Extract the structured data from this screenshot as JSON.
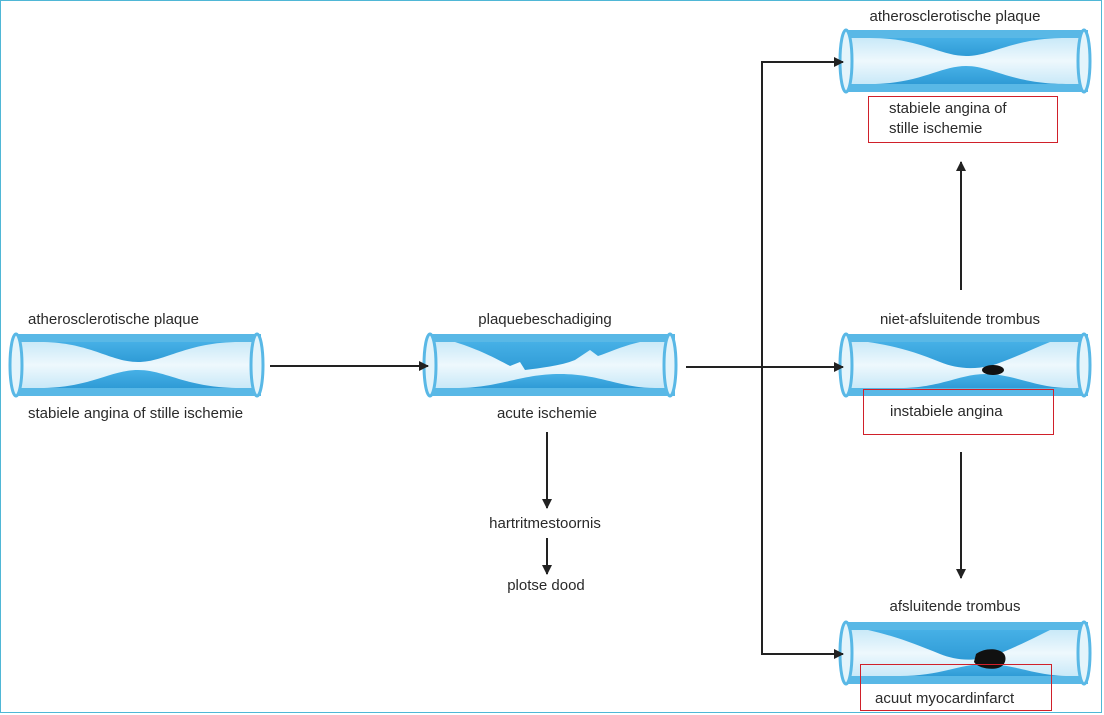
{
  "diagram": {
    "left_title": "atherosclerotische plaque",
    "left_caption": "stabiele angina of stille ischemie",
    "mid_title": "plaquebeschadiging",
    "mid_caption": "acute ischemie",
    "mid_down_1": "hartritmestoornis",
    "mid_down_2": "plotse dood",
    "top_right_title": "atherosclerotische plaque",
    "top_right_caption_1": "stabiele angina of",
    "top_right_caption_2": "stille ischemie",
    "mid_right_title": "niet-afsluitende trombus",
    "mid_right_caption": "instabiele angina",
    "bottom_right_title": "afsluitende trombus",
    "bottom_right_caption": "acuut myocardinfarct"
  },
  "colors": {
    "vessel_wall": "#59b8e6",
    "vessel_rim": "#e3f4fb",
    "lumen": "#d5eef9",
    "plaque": "#3fa9e0",
    "thrombus": "#111111",
    "arrow": "#222222",
    "highlight_box": "#d0202a",
    "frame": "#4fb7d6"
  }
}
